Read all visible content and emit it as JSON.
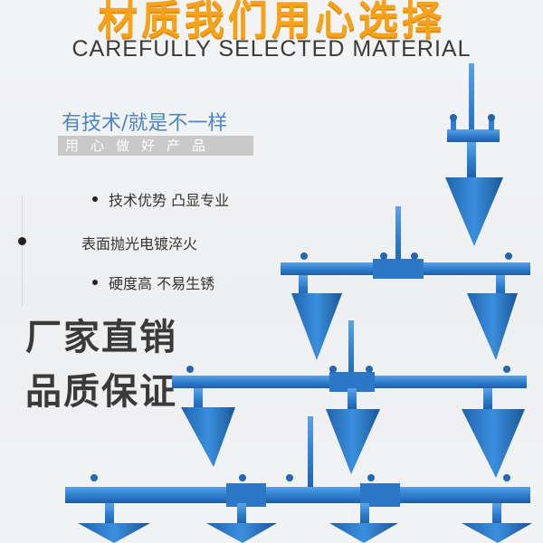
{
  "header": {
    "title_cn": "材质我们用心选择",
    "title_en": "CAREFULLY SELECTED MATERIAL"
  },
  "tagline": {
    "main": "有技术/就是不一样",
    "sub": "用心做好产品"
  },
  "features": [
    "技术优势 凸显专业",
    "表面抛光电镀淬火",
    "硬度高 不易生锈"
  ],
  "slogans": [
    "厂家直销",
    "品质保证"
  ],
  "colors": {
    "title": "#f7a21b",
    "accent_blue": "#4a86c5",
    "metal_blue": "#2f7fd0",
    "text_dark": "#333333"
  }
}
